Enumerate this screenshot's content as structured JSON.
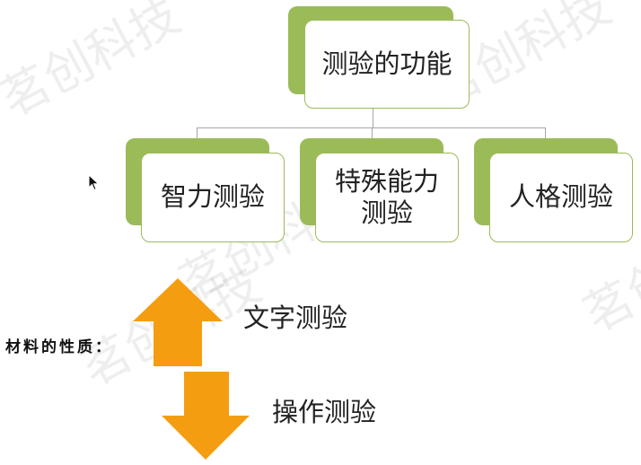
{
  "watermark": "茗创科技",
  "diagram": {
    "root": "测验的功能",
    "children": [
      "智力测验",
      "特殊能力测验",
      "人格测验"
    ]
  },
  "material": {
    "label": "材料的性质：",
    "up_label": "文字测验",
    "down_label": "操作测验"
  },
  "colors": {
    "node_green": "#9bbb59",
    "arrow_orange": "#f59d11",
    "connector": "#a6a6a6"
  }
}
